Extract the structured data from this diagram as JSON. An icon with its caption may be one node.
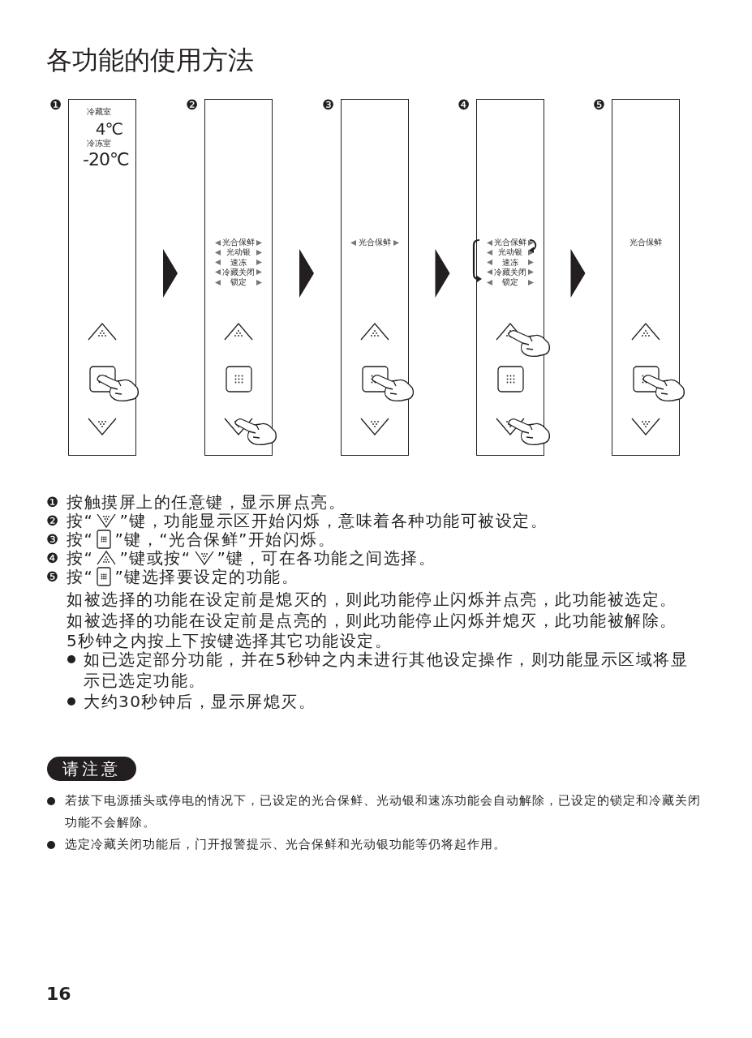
{
  "diagram": {
    "title": "各功能的使用方法",
    "nodes": [
      {
        "text": [
          "冷藏室",
          "4℃",
          "冷冻室",
          "-20℃"
        ],
        "beside": [
          "❶"
        ]
      },
      {
        "text": [
          "光合保鲜",
          "光动银",
          "速冻",
          "冷藏关闭",
          "锁定"
        ],
        "beside": [
          "❷"
        ]
      },
      {
        "text": [
          "光合保鲜"
        ],
        "beside": [
          "❸"
        ]
      },
      {
        "text": [
          "光合保鲜",
          "光动银",
          "速冻",
          "冷藏关闭",
          "锁定"
        ],
        "beside": [
          "❹"
        ]
      },
      {
        "text": [
          "光合保鲜"
        ],
        "beside": [
          "❺"
        ]
      },
      {
        "text": [
          "请注意"
        ]
      }
    ],
    "edges": [
      {
        "from": 0,
        "to": 1,
        "arrow": "to"
      },
      {
        "from": 1,
        "to": 2,
        "arrow": "to"
      },
      {
        "from": 2,
        "to": 3,
        "arrow": "to"
      },
      {
        "from": 3,
        "to": 4,
        "arrow": "to"
      }
    ],
    "labels": [
      "❶",
      "按触摸屏上的任意键，显示屏点亮。",
      "❷",
      "按“",
      "”键，功能显示区开始闪烁，意味着各种功能可被设定。",
      "❸",
      "按“",
      "”键，“光合保鲜”开始闪烁。",
      "❹",
      "按“",
      "”键或按“",
      "”键，可在各功能之间选择。",
      "❺",
      "按“",
      "”键选择要设定的功能。",
      "如被选择的功能在设定前是熄灭的，则此功能停止闪烁并点亮，此功能被选定。",
      "如被选择的功能在设定前是点亮的，则此功能停止闪烁并熄灭，此功能被解除。",
      "5秒钟之内按上下按键选择其它功能设定。",
      "如已选定部分功能，并在5秒钟之内未进行其他设定操作，则功能显示区域将显示已选定功能。",
      "大约30秒钟后，显示屏熄灭。",
      "若拔下电源插头或停电的情况下，已设定的光合保鲜、光动银和速冻功能会自动解除，已设定的锁定和冷藏关闭功能不会解除。",
      "选定冷藏关闭功能后，门开报警提示、光合保鲜和光动银功能等仍将起作用。",
      "16"
    ]
  }
}
